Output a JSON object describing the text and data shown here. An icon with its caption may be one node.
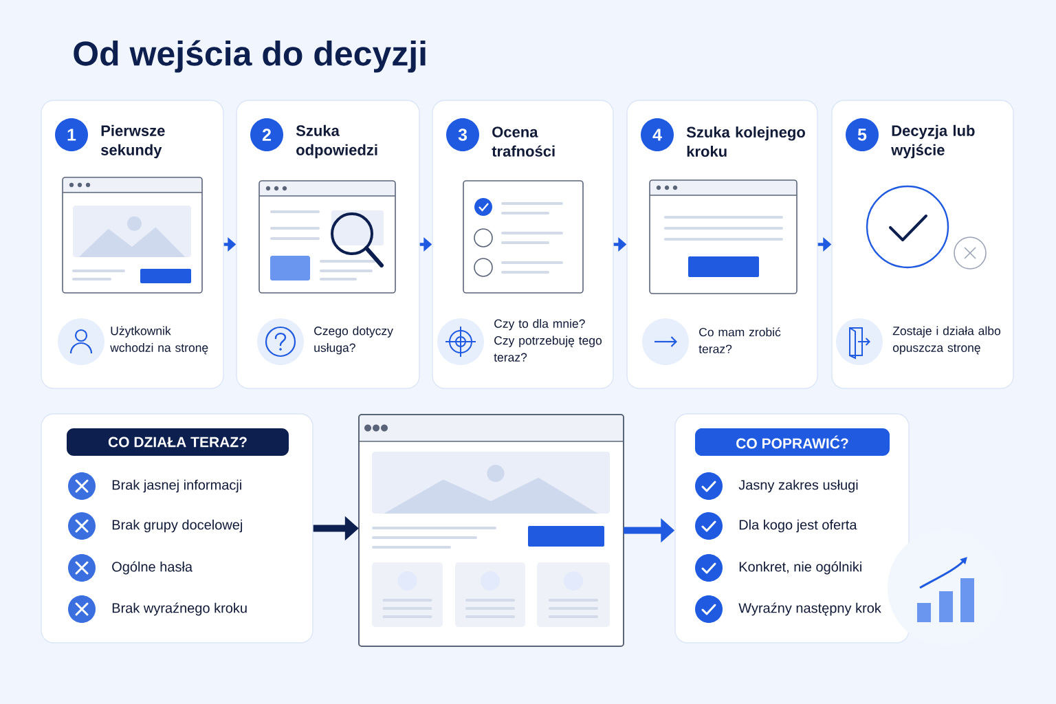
{
  "diagram": {
    "title": "Od wejścia do decyzji",
    "nodes": [
      {
        "text": [
          "1",
          "Pierwsze sekundy",
          "Użytkownik wchodzi na stronę"
        ]
      },
      {
        "text": [
          "2",
          "Szuka odpowiedzi",
          "Czego dotyczy usługa?"
        ]
      },
      {
        "text": [
          "3",
          "Ocena trafności",
          "Czy to dla mnie? Czy potrzebuję tego teraz?"
        ]
      },
      {
        "text": [
          "4",
          "Szuka kolejnego kroku",
          "Co mam zrobić teraz?"
        ]
      },
      {
        "text": [
          "5",
          "Decyzja lub wyjście",
          "Zostaje i działa albo opuszcza stronę"
        ]
      },
      {
        "text": [
          "CO DZIAŁA TERAZ?",
          "Brak jasnej informacji",
          "Brak grupy docelowej",
          "Ogólne hasła",
          "Brak wyraźnego kroku"
        ]
      },
      {
        "text": [],
        "shape": "picture"
      },
      {
        "text": [
          "CO POPRAWIĆ?",
          "Jasny zakres usługi",
          "Dla kogo jest oferta",
          "Konkret, nie ogólniki",
          "Wyraźny następny krok"
        ]
      }
    ],
    "edges": [
      {
        "from": 0,
        "to": 1,
        "arrow": "to"
      },
      {
        "from": 1,
        "to": 2,
        "arrow": "to"
      },
      {
        "from": 2,
        "to": 3,
        "arrow": "to"
      },
      {
        "from": 3,
        "to": 4,
        "arrow": "to"
      },
      {
        "from": 5,
        "to": 6,
        "arrow": "to",
        "style": "thick",
        "color": "#0d1f4f"
      },
      {
        "from": 6,
        "to": 7,
        "arrow": "to",
        "style": "thick"
      }
    ]
  }
}
